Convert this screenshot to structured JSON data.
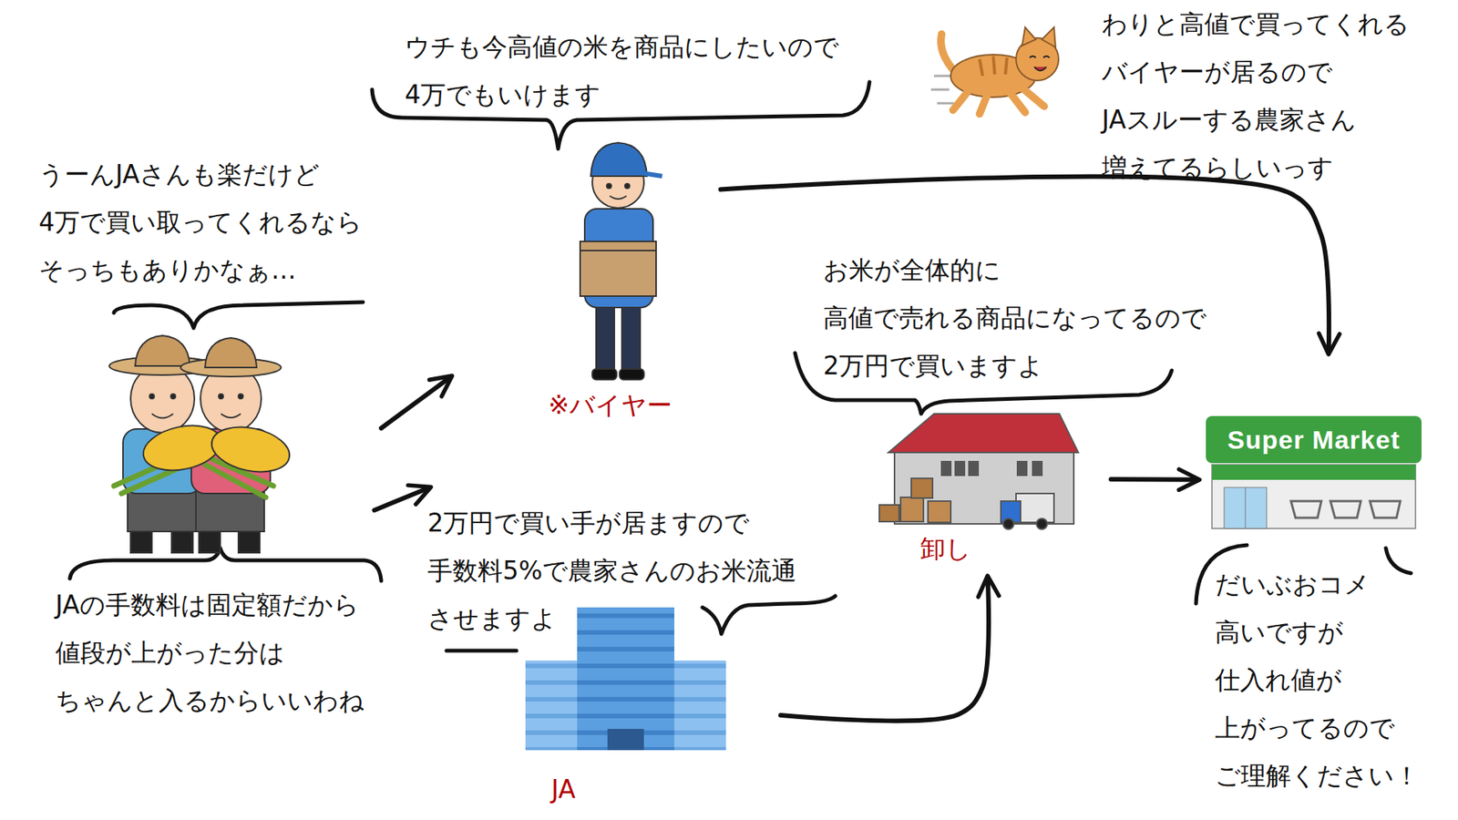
{
  "diagram": {
    "nodes": [
      {
        "text": [
          "うーんJAさんも楽だけど 4万で買い取ってくれるなら そっちもありかなぁ…",
          "JAの手数料は固定額だから 値段が上がった分は ちゃんと入るからいいわね"
        ]
      },
      {
        "text": [
          "ウチも今高値の米を商品にしたいので 4万でもいけます",
          "※バイヤー"
        ]
      },
      {
        "text": [
          "2万円で買い手が居ますので 手数料5%で農家さんのお米流通 させますよ",
          "JA"
        ]
      },
      {
        "text": [
          "お米が全体的に 高値で売れる商品になってるので 2万円で買いますよ",
          "卸し"
        ]
      },
      {
        "text": [
          "Super Market",
          "だいぶおコメ 高いですが 仕入れ値が 上がってるので ご理解ください！"
        ]
      }
    ],
    "edges": [
      {
        "from": 0,
        "to": 1,
        "arrow": "to"
      },
      {
        "from": 0,
        "to": 2,
        "arrow": "to"
      },
      {
        "from": 2,
        "to": 3,
        "arrow": "to"
      },
      {
        "from": 3,
        "to": 4,
        "arrow": "to"
      },
      {
        "from": 1,
        "to": 4,
        "arrow": "to"
      }
    ],
    "labels": [
      "わりと高値で買ってくれる バイヤーが居るので JAスルーする農家さん 増えてるらしいっす"
    ]
  }
}
